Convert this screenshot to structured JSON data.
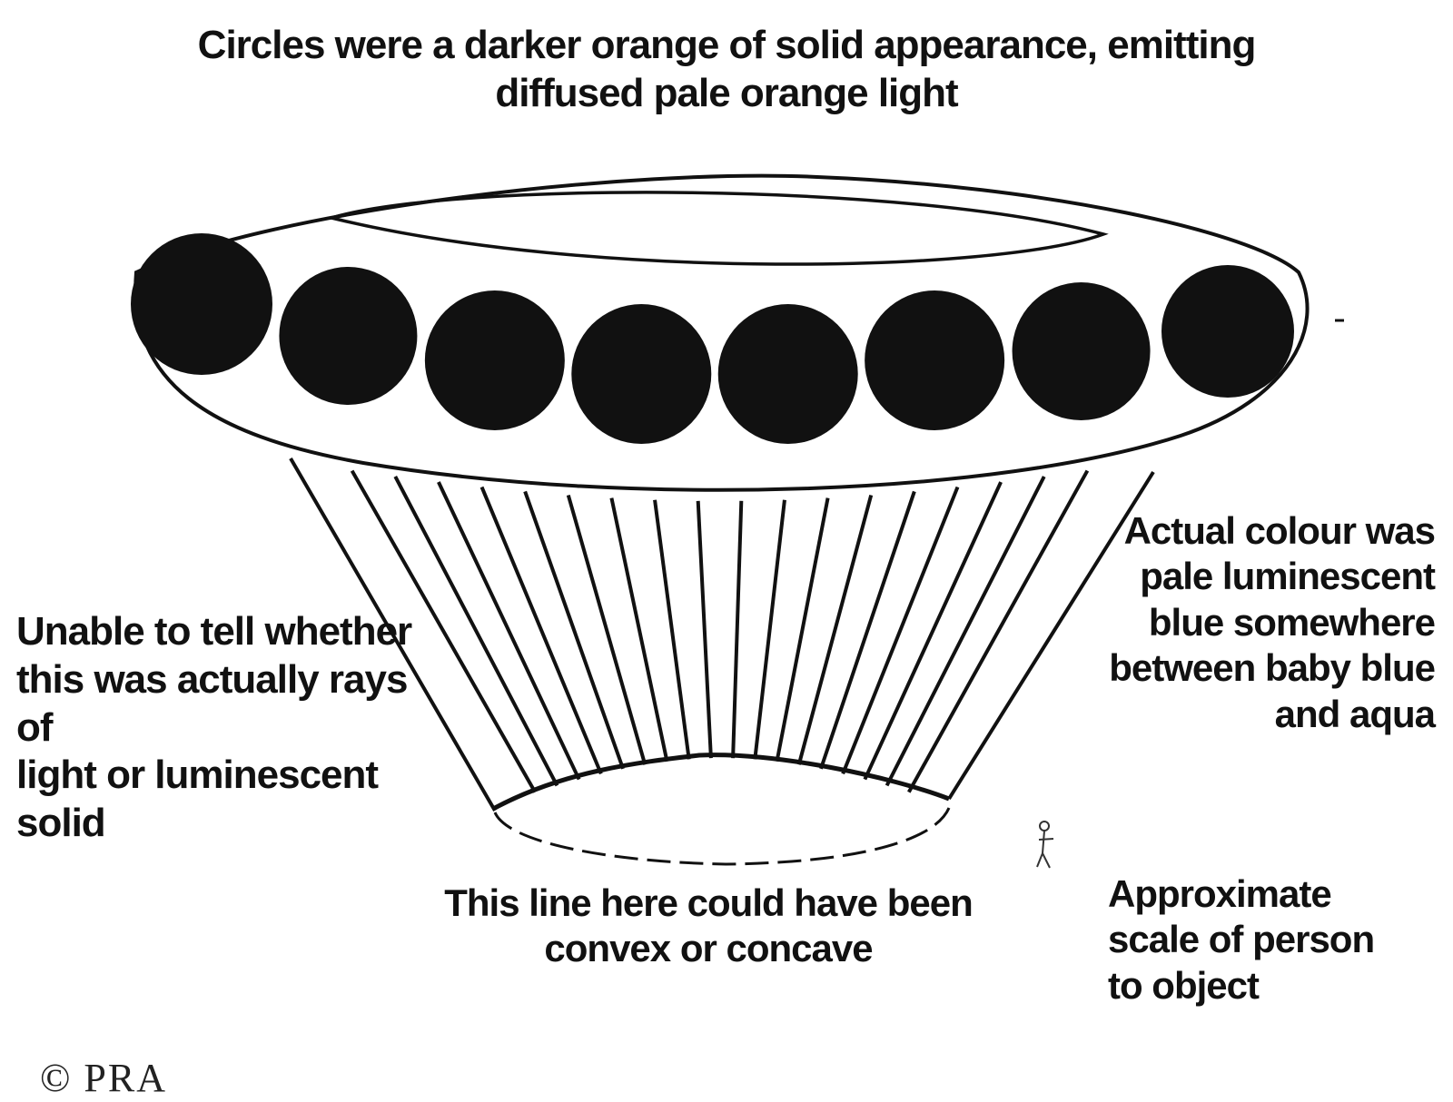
{
  "annotations": {
    "top": [
      "Circles were a darker orange of solid appearance, emitting",
      "diffused pale orange light"
    ],
    "left": [
      "Unable to tell whether",
      "this was actually rays of",
      "light or luminescent solid"
    ],
    "right": [
      "Actual colour was",
      "pale luminescent",
      "blue somewhere",
      "between baby blue",
      "and aqua"
    ],
    "bottom": [
      "This line here could have been",
      "convex or concave"
    ],
    "scale": [
      "Approximate",
      "scale of  person",
      "to object"
    ]
  },
  "credit": "© PRA",
  "diagram": {
    "circle_count": 8,
    "ray_count": 18,
    "colors": {
      "ink": "#111111",
      "paper": "#ffffff"
    },
    "figure_icon": "person-scale-figure-icon"
  }
}
